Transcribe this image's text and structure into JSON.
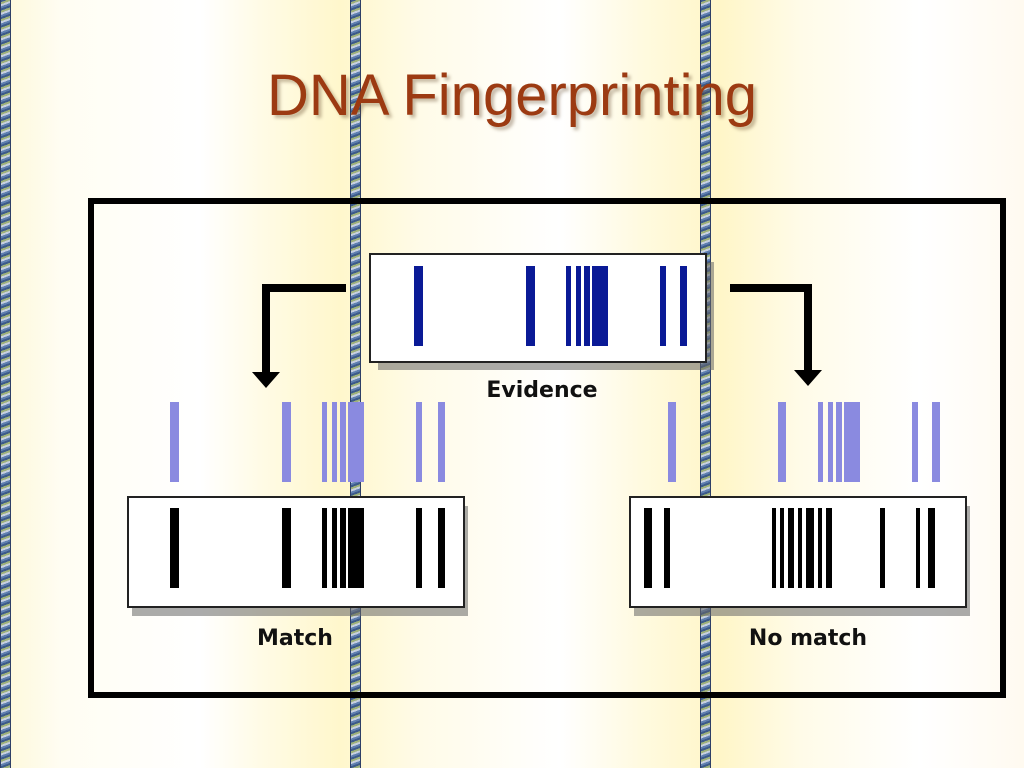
{
  "title": "DNA Fingerprinting",
  "labels": {
    "evidence": "Evidence",
    "match": "Match",
    "no_match": "No match"
  },
  "colors": {
    "title": "#9c3a12",
    "evidence_bands": "#0a1a96",
    "ghost_bands": "#8a8ae0",
    "sample_bands": "#000000",
    "frame": "#000000"
  }
}
